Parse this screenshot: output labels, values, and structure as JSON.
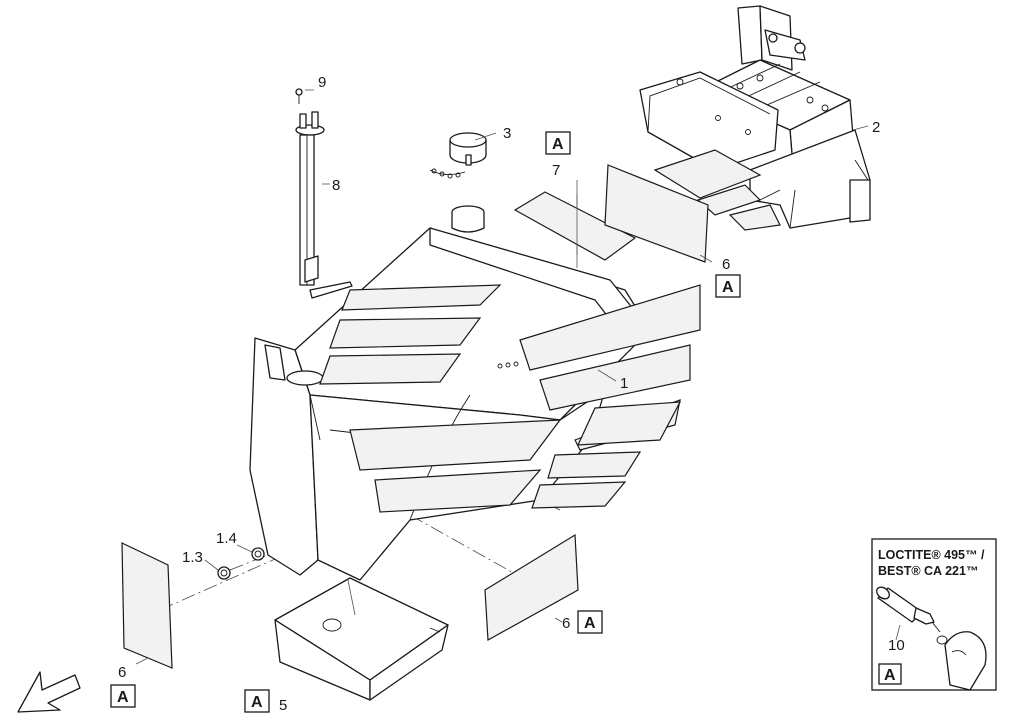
{
  "callouts": {
    "c1": "1",
    "c1_3": "1.3",
    "c1_4": "1.4",
    "c2": "2",
    "c3": "3",
    "c5": "5",
    "c6_left": "6",
    "c6_top": "6",
    "c6_bottom": "6",
    "c7": "7",
    "c8": "8",
    "c9": "9",
    "c10": "10"
  },
  "reference_marker": "A",
  "adhesive_note": {
    "line1": "LOCTITE® 495™ /",
    "line2": "BEST® CA 221™"
  }
}
